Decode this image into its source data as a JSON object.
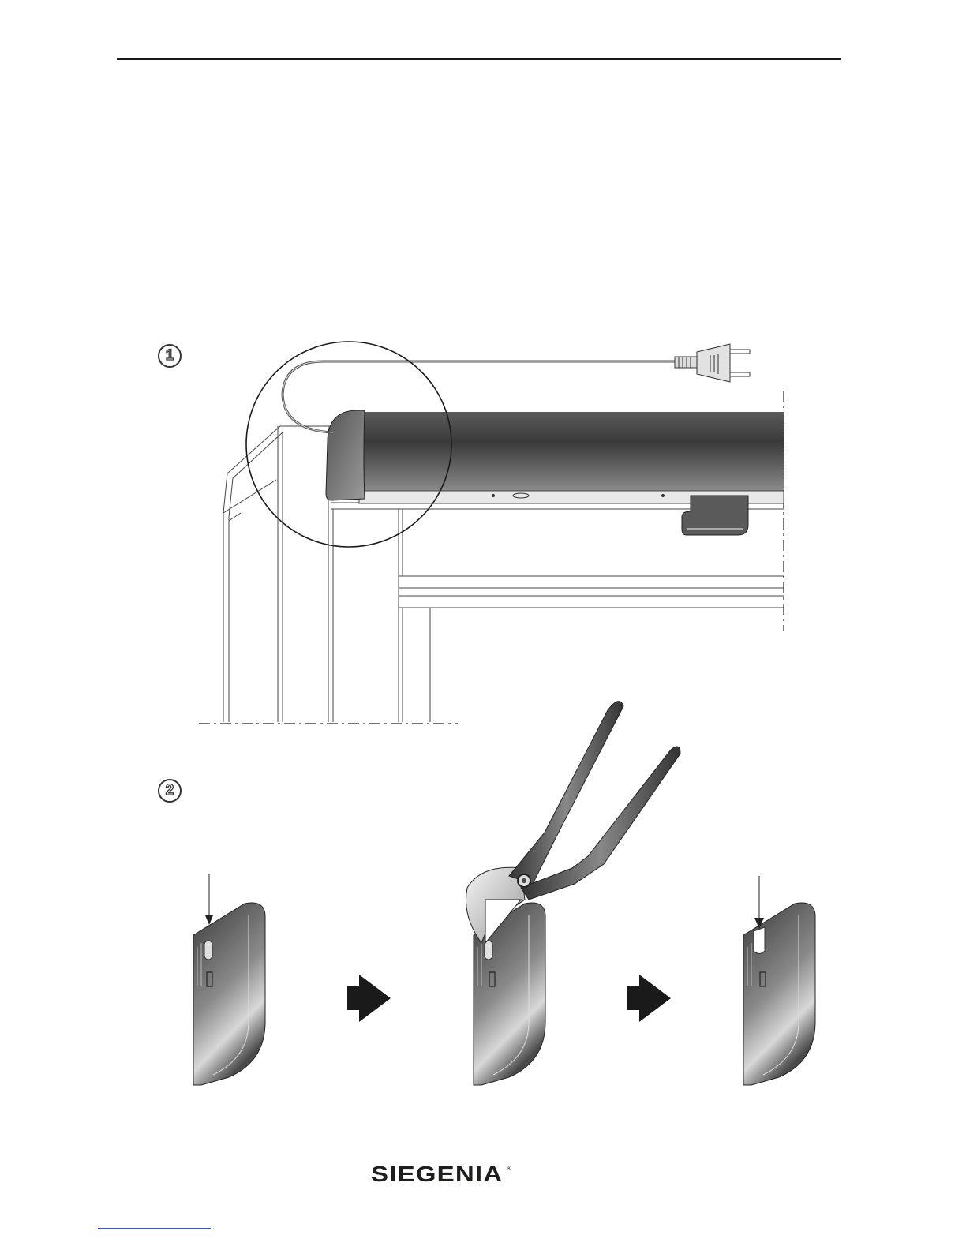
{
  "page": {
    "steps": [
      {
        "number": "1"
      },
      {
        "number": "2"
      }
    ],
    "brand": {
      "name": "SIEGENIA",
      "registered": "®"
    },
    "icons": {
      "step1": "detail-circle-icon",
      "plug": "power-plug-icon",
      "pliers": "pliers-icon",
      "arrow": "right-arrow-icon"
    },
    "colors": {
      "drive_dark": "#3c3c3c",
      "drive_light": "#8d8d8d",
      "line": "#2a2a2a"
    }
  }
}
